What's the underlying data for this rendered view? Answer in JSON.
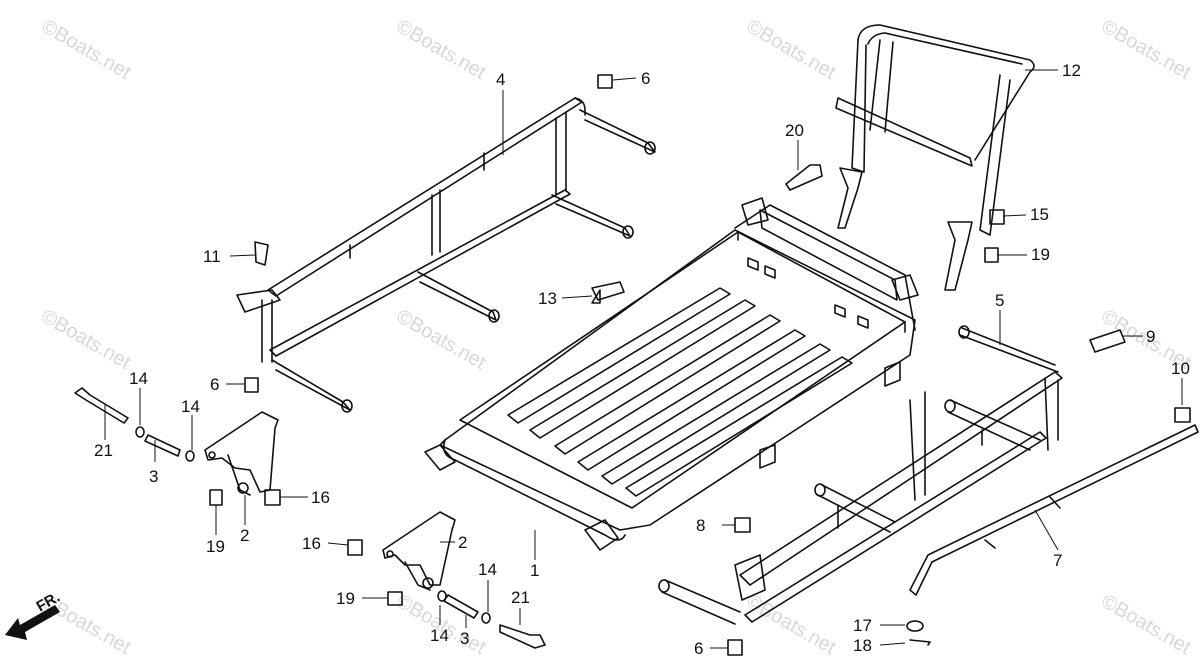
{
  "watermark": "©Boats.net",
  "direction_label": "FR.",
  "callouts": [
    {
      "id": "c4",
      "label": "4"
    },
    {
      "id": "c6a",
      "label": "6"
    },
    {
      "id": "c12",
      "label": "12"
    },
    {
      "id": "c20",
      "label": "20"
    },
    {
      "id": "c15",
      "label": "15"
    },
    {
      "id": "c19a",
      "label": "19"
    },
    {
      "id": "c11",
      "label": "11"
    },
    {
      "id": "c13",
      "label": "13"
    },
    {
      "id": "c5",
      "label": "5"
    },
    {
      "id": "c9",
      "label": "9"
    },
    {
      "id": "c10",
      "label": "10"
    },
    {
      "id": "c14a",
      "label": "14"
    },
    {
      "id": "c6b",
      "label": "6"
    },
    {
      "id": "c14b",
      "label": "14"
    },
    {
      "id": "c21a",
      "label": "21"
    },
    {
      "id": "c3a",
      "label": "3"
    },
    {
      "id": "c16a",
      "label": "16"
    },
    {
      "id": "c2a",
      "label": "2"
    },
    {
      "id": "c19b",
      "label": "19"
    },
    {
      "id": "c8",
      "label": "8"
    },
    {
      "id": "c16b",
      "label": "16"
    },
    {
      "id": "c2b",
      "label": "2"
    },
    {
      "id": "c1",
      "label": "1"
    },
    {
      "id": "c7",
      "label": "7"
    },
    {
      "id": "c14c",
      "label": "14"
    },
    {
      "id": "c21b",
      "label": "21"
    },
    {
      "id": "c19c",
      "label": "19"
    },
    {
      "id": "c14d",
      "label": "14"
    },
    {
      "id": "c3b",
      "label": "3"
    },
    {
      "id": "c17",
      "label": "17"
    },
    {
      "id": "c18",
      "label": "18"
    },
    {
      "id": "c6c",
      "label": "6"
    }
  ]
}
